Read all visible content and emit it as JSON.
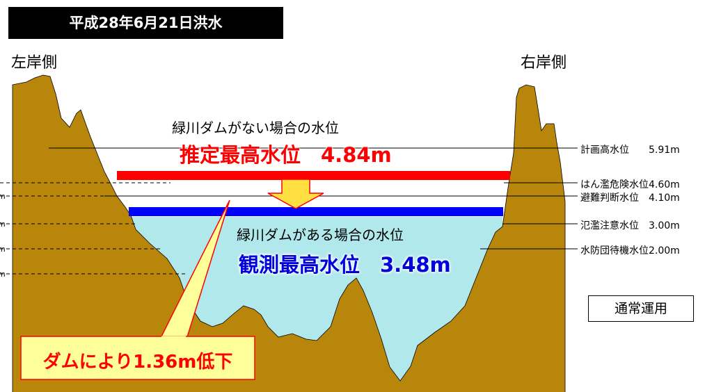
{
  "title": "平成28年6月21日洪水",
  "left_bank": "左岸側",
  "right_bank": "右岸側",
  "no_dam_caption": "緑川ダムがない場合の水位",
  "estimated_max": "推定最高水位　4.84m",
  "with_dam_caption": "緑川ダムがある場合の水位",
  "observed_max": "観測最高水位　3.48m",
  "reduction_callout": "ダムにより1.36m低下",
  "operation_label": "通常運用",
  "levels": [
    {
      "label": "計画高水位　　5.91m",
      "value_m": 5.91
    },
    {
      "label": "はん濫危険水位4.60m",
      "value_m": 4.6
    },
    {
      "label": "避難判断水位　4.10m",
      "value_m": 4.1
    },
    {
      "label": "氾濫注意水位　3.00m",
      "value_m": 3.0
    },
    {
      "label": "水防団待機水位2.00m",
      "value_m": 2.0
    }
  ],
  "colors": {
    "terrain": "#b8860b",
    "water": "#b0e8ec",
    "estimated_line": "#ff0000",
    "observed_line": "#0000ff",
    "arrow_fill": "#ffe040",
    "callout_fill": "#ffff99"
  }
}
